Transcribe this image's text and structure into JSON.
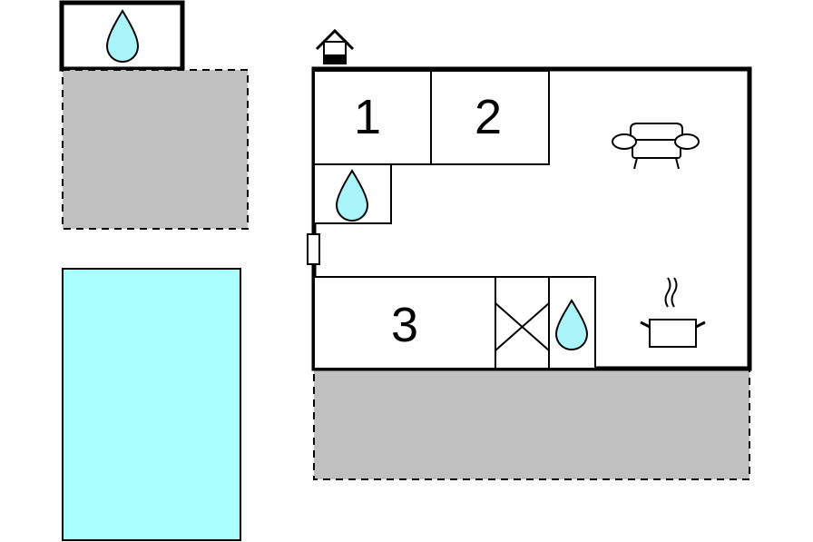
{
  "colors": {
    "water": "#aaf5fa",
    "pool": "#aaffff",
    "terrace": "#c0c0c0",
    "wall": "#000000",
    "background": "#ffffff"
  },
  "rooms": [
    {
      "label": "1",
      "kind": "bedroom"
    },
    {
      "label": "2",
      "kind": "bedroom"
    },
    {
      "label": "3",
      "kind": "bedroom"
    }
  ],
  "icons": [
    "water-drop-icon",
    "entrance-house-icon",
    "sofa-icon",
    "cooking-pot-icon",
    "shower-tray-icon",
    "door-icon"
  ]
}
